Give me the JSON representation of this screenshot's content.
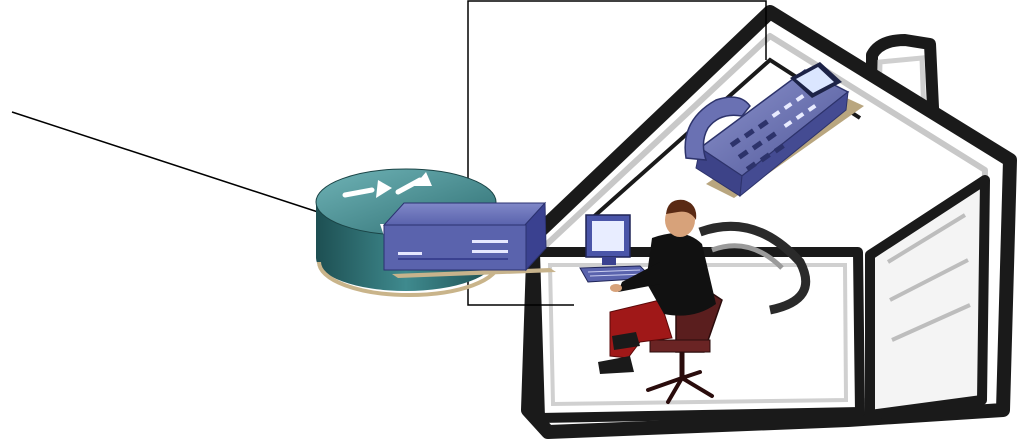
{
  "diagram": {
    "nodes": [
      {
        "id": "router",
        "icon": "router-icon"
      },
      {
        "id": "access-device",
        "icon": "network-device-icon"
      },
      {
        "id": "house",
        "icon": "house-icon"
      },
      {
        "id": "ip-phone",
        "icon": "ip-phone-icon"
      },
      {
        "id": "computer-user",
        "icon": "workstation-user-icon"
      }
    ],
    "links": [
      {
        "from": "external",
        "to": "router"
      },
      {
        "from": "router",
        "to": "access-device"
      },
      {
        "from": "access-device",
        "to": "ip-phone"
      },
      {
        "from": "access-device",
        "to": "computer-user"
      }
    ],
    "colors": {
      "router": "#2f6f73",
      "device": "#4a55a0",
      "phone": "#6d74b0",
      "house_outline": "#1a1a1a",
      "shirt": "#111111",
      "pants": "#a01818",
      "chair": "#5a1e1e"
    }
  }
}
